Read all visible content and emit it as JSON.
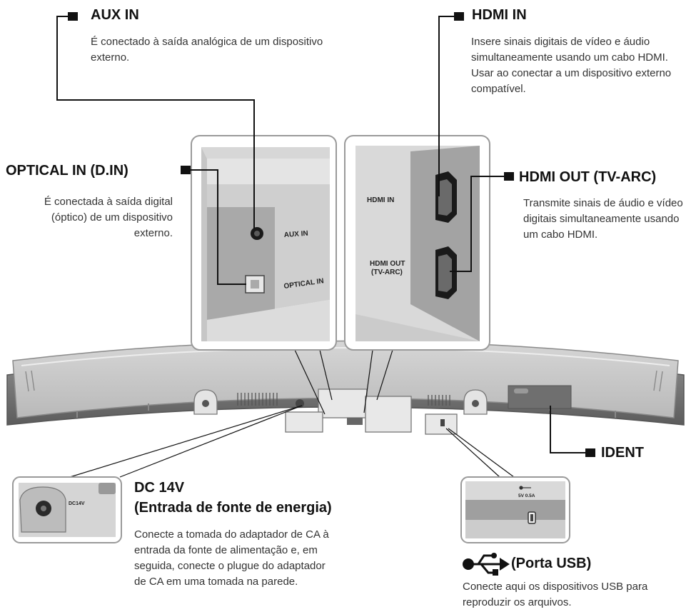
{
  "callouts": {
    "aux_in": {
      "title": "AUX IN",
      "desc": "É conectado à saída analógica de um dispositivo externo."
    },
    "hdmi_in": {
      "title": "HDMI IN",
      "desc": "Insere sinais digitais de vídeo e áudio simultaneamente usando um cabo HDMI. Usar ao conectar a um dispositivo externo compatível."
    },
    "optical_in": {
      "title": "OPTICAL IN (D.IN)",
      "desc": "É conectada à saída digital (óptico) de um dispositivo externo."
    },
    "hdmi_out": {
      "title": "HDMI OUT (TV-ARC)",
      "desc": "Transmite sinais de áudio e vídeo digitais simultaneamente usando um cabo HDMI."
    },
    "ident": {
      "title": "IDENT"
    },
    "dc": {
      "title_line1": "DC 14V",
      "title_line2": "(Entrada de fonte de energia)",
      "desc": "Conecte a tomada do adaptador de CA à entrada da fonte de alimentação e, em seguida, conecte o plugue do adaptador de CA em uma tomada na parede."
    },
    "usb": {
      "title": "(Porta USB)",
      "desc": "Conecte aqui os dispositivos USB para reproduzir os arquivos.",
      "icon": "usb-icon"
    }
  },
  "panel_labels": {
    "aux_in": "AUX IN",
    "optical_in": "OPTICAL IN",
    "hdmi_in": "HDMI IN",
    "hdmi_out_line1": "HDMI OUT",
    "hdmi_out_line2": "(TV-ARC)",
    "dc14v": "DC14V",
    "usb_rating": "5V 0.5A"
  },
  "colors": {
    "panel_fill": "#cfcfcf",
    "panel_dark": "#a9a9a9",
    "outline": "#9a9a9a",
    "leader": "#111111"
  }
}
